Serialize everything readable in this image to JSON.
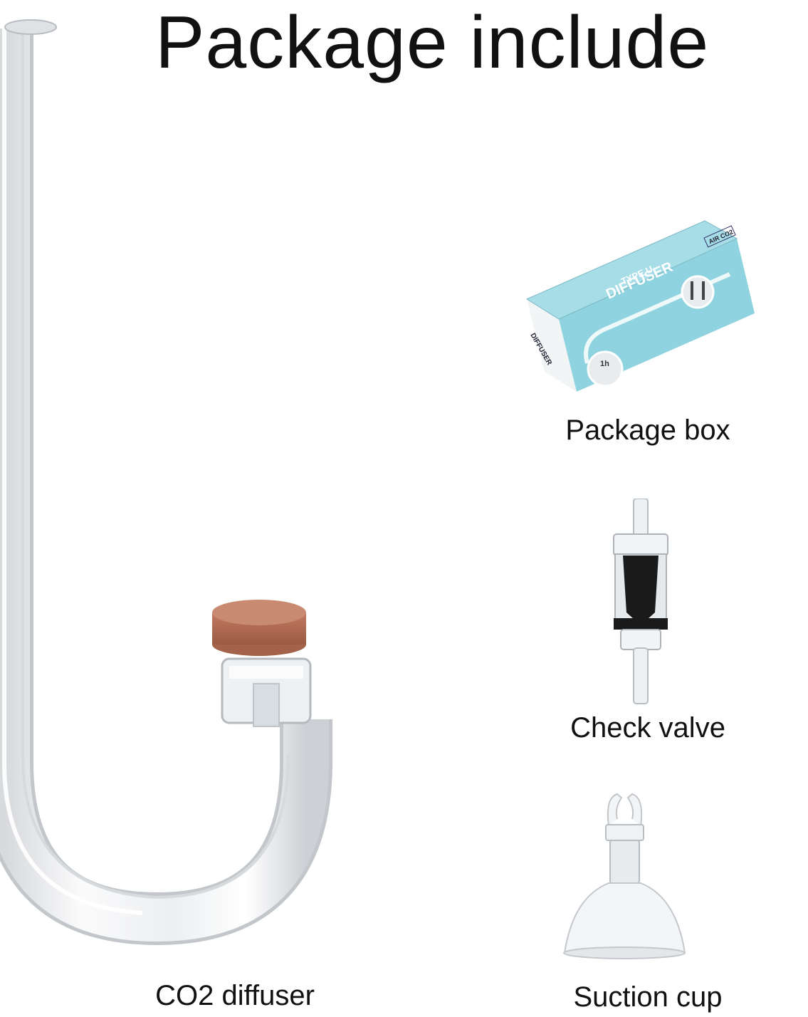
{
  "header": {
    "title": "Package include"
  },
  "items": [
    {
      "id": "co2-diffuser",
      "label": "CO2 diffuser",
      "icon": "co2-diffuser-icon"
    },
    {
      "id": "package-box",
      "label": "Package box",
      "icon": "package-box-icon"
    },
    {
      "id": "check-valve",
      "label": "Check valve",
      "icon": "check-valve-icon"
    },
    {
      "id": "suction-cup",
      "label": "Suction cup",
      "icon": "suction-cup-icon"
    }
  ],
  "box_print": {
    "brand": "AIR CO2",
    "type": "TYPE U",
    "name": "DIFFUSER",
    "side_name": "DIFFUSER",
    "soak": "1h"
  },
  "colors": {
    "box_blue": "#8ed3df",
    "ceramic": "#b56f55",
    "glass_edge": "#c9ccd0",
    "valve_black": "#1a1a1a"
  }
}
